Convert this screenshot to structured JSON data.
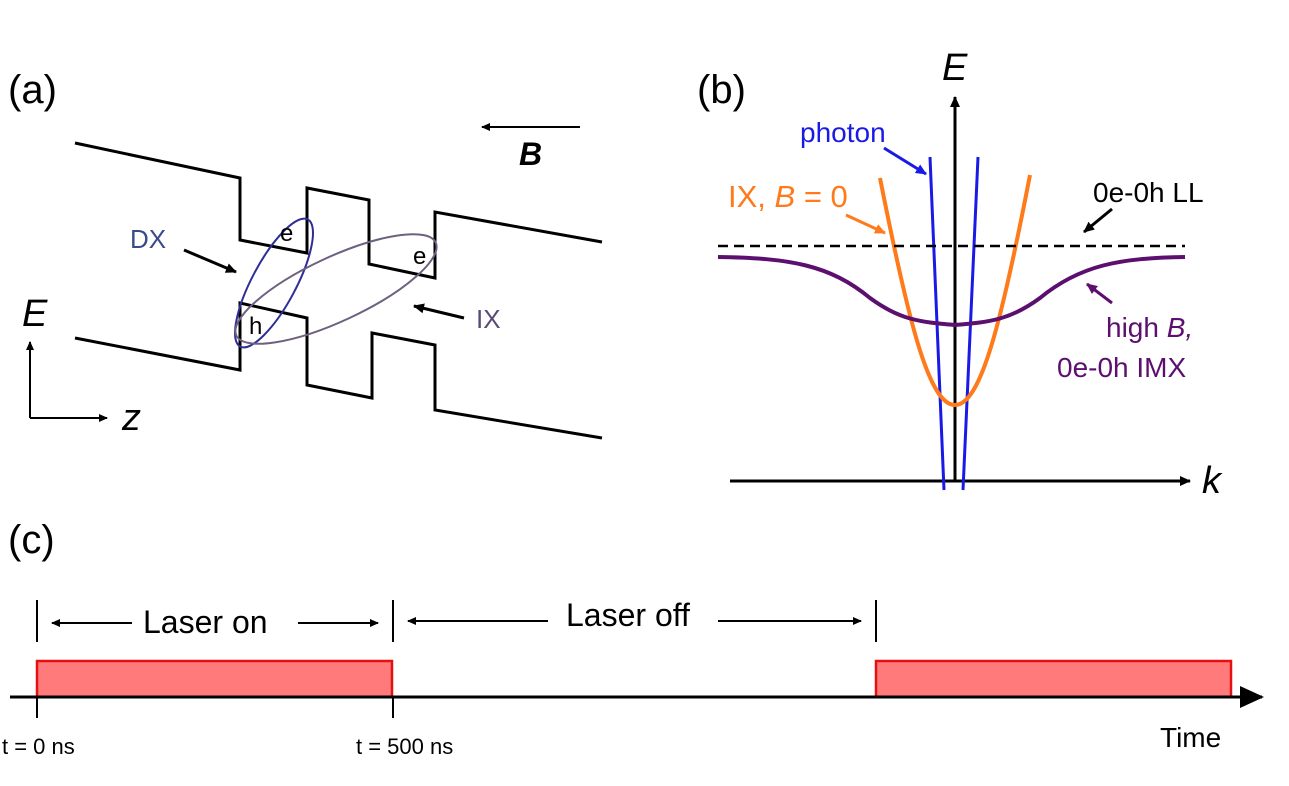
{
  "panels": {
    "a": "(a)",
    "b": "(b)",
    "c": "(c)"
  },
  "panel_a": {
    "field_label": "B",
    "energy_axis": "E",
    "position_axis": "z",
    "dx_label": "DX",
    "ix_label": "IX",
    "electron_1": "e",
    "electron_2": "e",
    "hole": "h",
    "colors": {
      "dx": "#2e2e96",
      "ix": "#6e6080",
      "dx_text": "#3a4a8c",
      "ix_text": "#5a4a78"
    }
  },
  "panel_b": {
    "energy_axis": "E",
    "momentum_axis": "k",
    "photon_label": "photon",
    "ix_label_prefix": "IX, ",
    "ix_label_var": "B",
    "ix_label_suffix": " = 0",
    "ll_label": "0e-0h LL",
    "imx_line1_prefix": "high ",
    "imx_line1_var": "B,",
    "imx_line2": "0e-0h IMX",
    "colors": {
      "photon": "#1a1ae6",
      "ix": "#ff7a1a",
      "imx": "#5c0f6e",
      "ll": "#000000"
    }
  },
  "panel_c": {
    "laser_on": "Laser on",
    "laser_off": "Laser off",
    "t0": "t = 0 ns",
    "t500": "t = 500 ns",
    "time_label": "Time",
    "colors": {
      "pulse_fill": "#ff7b7b",
      "pulse_stroke": "#e61010"
    }
  }
}
